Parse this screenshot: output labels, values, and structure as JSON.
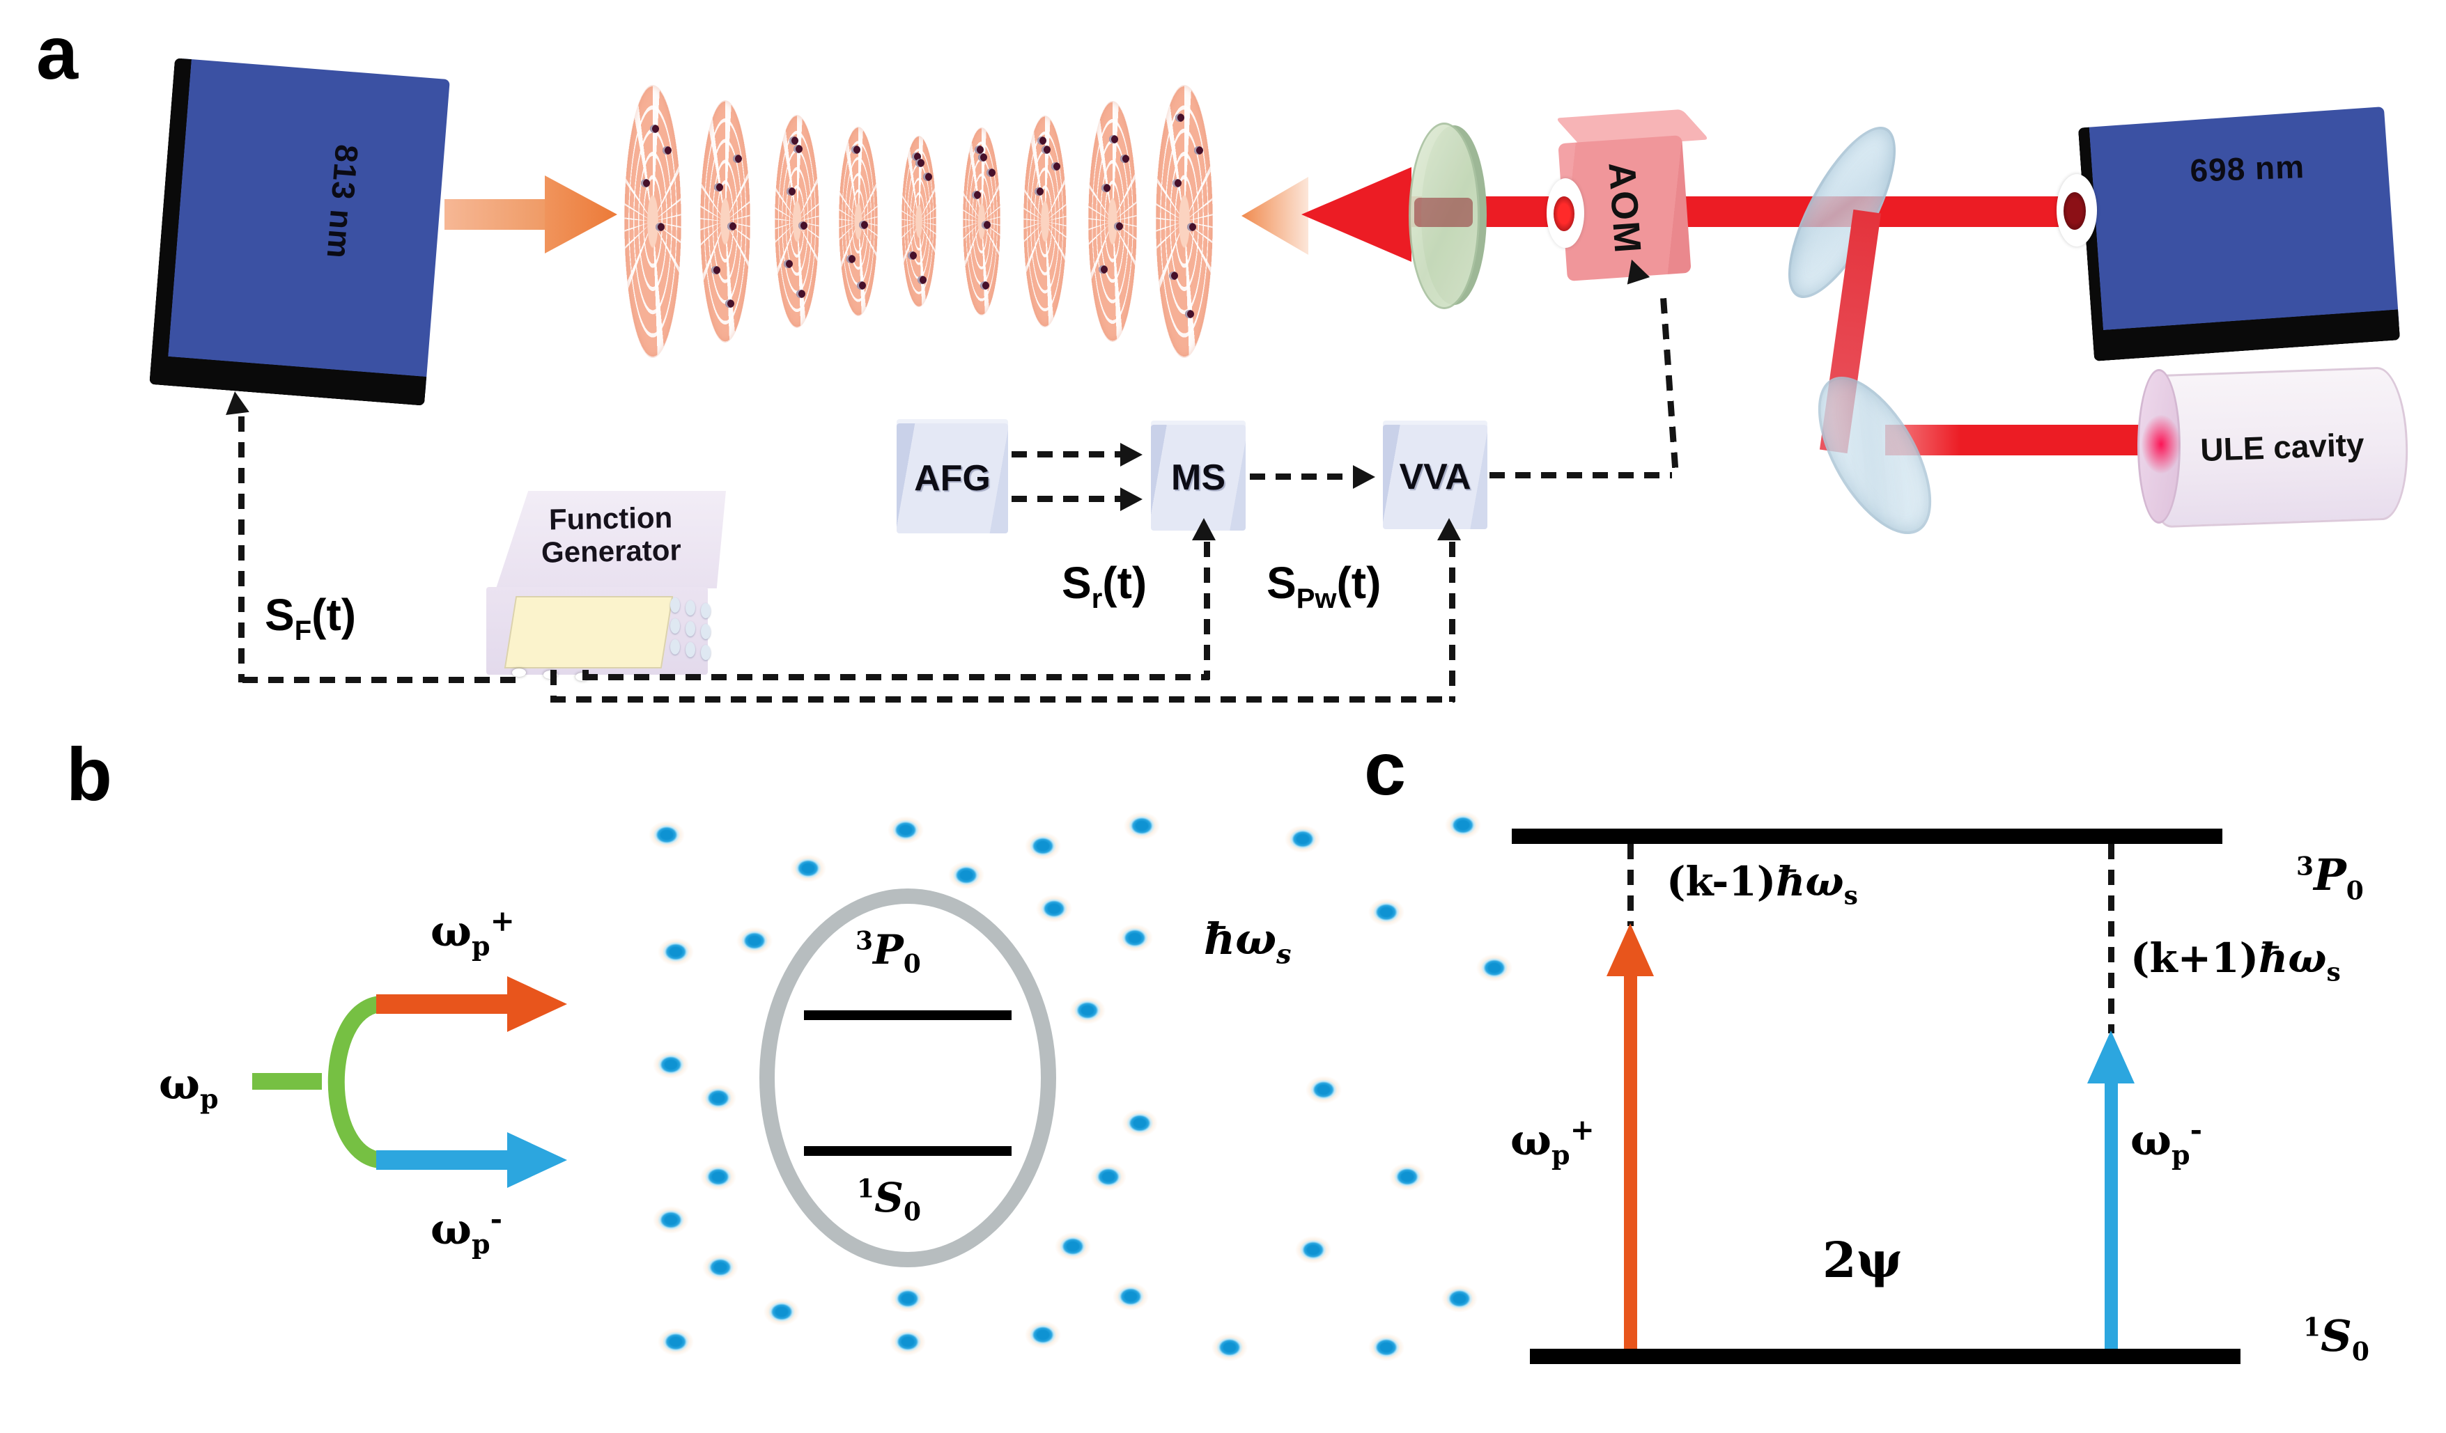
{
  "colors": {
    "laser_blue": "#3b51a3",
    "beam_red": "#ec1c24",
    "beam_orange": "#ee8148",
    "aom_pink_front": "#f0969a",
    "aom_pink_top": "#f7b4b6",
    "disk_salmon": "#f6b096",
    "green_arrow": "#76c043",
    "orange_arrow": "#e8551c",
    "blue_arrow": "#2ca6df",
    "gray_ring": "#b7bdbf",
    "fg_lavender": "#ece5f2",
    "fg_screen": "#fbf3cc",
    "ebox_blue": "#e4e8f5",
    "ule_pink": "#e9d2e7",
    "dash_black": "#141414"
  },
  "panel_a": {
    "label": "a",
    "laser_813": "813 nm",
    "laser_698": "698 nm",
    "aom": "AOM",
    "ule_cavity": "ULE cavity",
    "function_generator_line1": "Function",
    "function_generator_line2": "Generator",
    "afg": "AFG",
    "ms": "MS",
    "vva": "VVA",
    "signal_f": {
      "base": "S",
      "sub": "F",
      "rest": "(t)"
    },
    "signal_r": {
      "base": "S",
      "sub": "r",
      "rest": "(t)"
    },
    "signal_pw": {
      "base": "S",
      "sub": "Pw",
      "rest": "(t)"
    }
  },
  "panel_b": {
    "label": "b",
    "omega_p": {
      "base": "ω",
      "sub": "p",
      "sup": ""
    },
    "omega_p_plus": {
      "base": "ω",
      "sub": "p",
      "sup": "+"
    },
    "omega_p_minus": {
      "base": "ω",
      "sub": "p",
      "sup": "-"
    },
    "hbar_omega_s": {
      "base": "ħω",
      "sub": "s"
    },
    "level_top": {
      "sup": "3",
      "base": "P",
      "sub": "0"
    },
    "level_bottom": {
      "sup": "1",
      "base": "S",
      "sub": "0"
    }
  },
  "panel_c": {
    "label": "c",
    "level_top": {
      "sup": "3",
      "base": "P",
      "sub": "0"
    },
    "level_bottom": {
      "sup": "1",
      "base": "S",
      "sub": "0"
    },
    "k_minus": {
      "pre": "(k-1)",
      "base": "ħω",
      "sub": "s"
    },
    "k_plus": {
      "pre": "(k+1)",
      "base": "ħω",
      "sub": "s"
    },
    "omega_p_plus": {
      "base": "ω",
      "sub": "p",
      "sup": "+"
    },
    "omega_p_minus": {
      "base": "ω",
      "sub": "p",
      "sup": "-"
    },
    "two_psi": "2ψ"
  }
}
